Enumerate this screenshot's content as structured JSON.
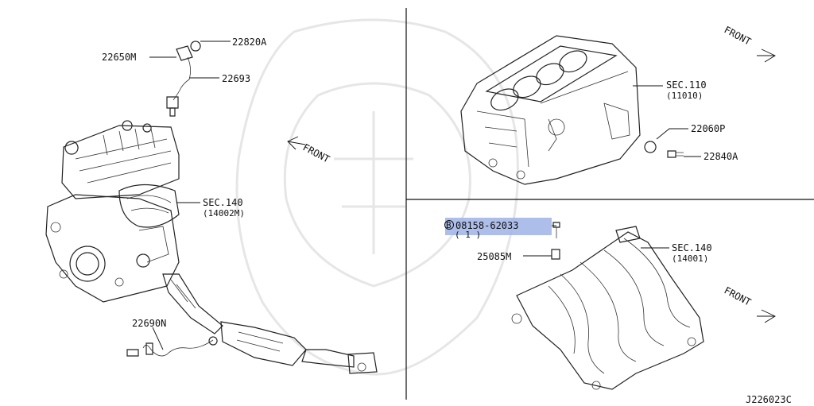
{
  "labels": {
    "p22820a": "22820A",
    "p22650m": "22650M",
    "p22693": "22693",
    "sec140a": "SEC.140",
    "sec140a_sub": "(14002M)",
    "p22690n": "22690N",
    "front": "FRONT",
    "sec110": "SEC.110",
    "sec110_sub": "(11010)",
    "p22060p": "22060P",
    "p22840a": "22840A",
    "bolt_circle": "B",
    "bolt": "08158-62033",
    "bolt_qty": "( 1 )",
    "p25085m": "25085M",
    "sec140b": "SEC.140",
    "sec140b_sub": "(14001)",
    "diagram_id": "J226023C"
  },
  "colors": {
    "highlight": "#9fb3e6",
    "line": "#222222",
    "watermark": "#e6e6e6"
  }
}
